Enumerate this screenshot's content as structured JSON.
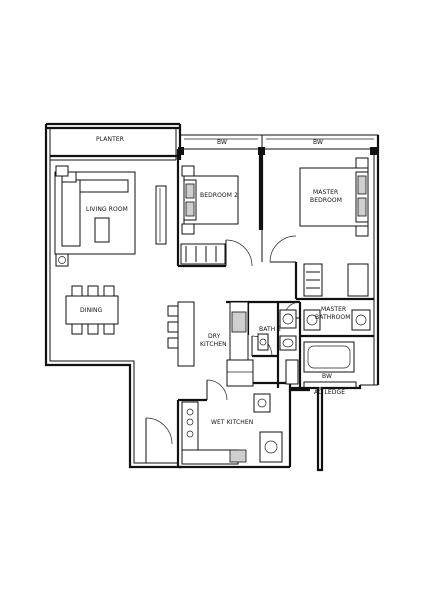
{
  "floorplan": {
    "labels": {
      "planter": "PLANTER",
      "bw_bedroom2": "BW",
      "bw_master": "BW",
      "bw_bath": "BW",
      "living_room": "LIVING ROOM",
      "bedroom_2": "BEDROOM 2",
      "master_bedroom_line1": "MASTER",
      "master_bedroom_line2": "BEDROOM",
      "dining": "DINING",
      "dry_kitchen_line1": "DRY",
      "dry_kitchen_line2": "KITCHEN",
      "bath_2": "BATH 2",
      "master_bathroom_line1": "MASTER",
      "master_bathroom_line2": "BATHROOM",
      "ac_ledge": "AC LEDGE",
      "wet_kitchen": "WET KITCHEN"
    }
  }
}
